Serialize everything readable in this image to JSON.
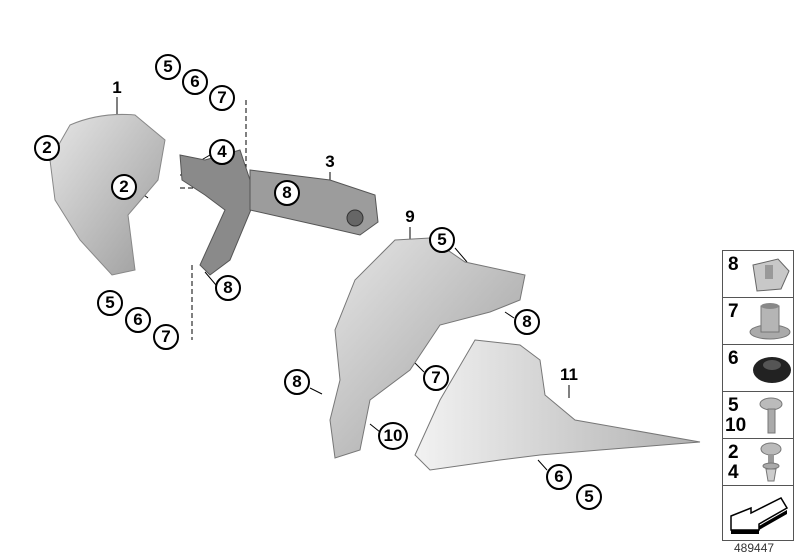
{
  "callouts": {
    "c1": "1",
    "c2a": "2",
    "c2b": "2",
    "c3": "3",
    "c4": "4",
    "c5a": "5",
    "c6a": "6",
    "c7a": "7",
    "c8a": "8",
    "c8b": "8",
    "c5b": "5",
    "c6b": "6",
    "c7b": "7",
    "c9": "9",
    "c5c": "5",
    "c8c": "8",
    "c7c": "7",
    "c8d": "8",
    "c10": "10",
    "c11": "11",
    "c6c": "6",
    "c5d": "5"
  },
  "legend": [
    {
      "labels": [
        "8"
      ],
      "icon": "clip-nut-icon"
    },
    {
      "labels": [
        "7"
      ],
      "icon": "bushing-icon"
    },
    {
      "labels": [
        "6"
      ],
      "icon": "grommet-icon"
    },
    {
      "labels": [
        "5",
        "10"
      ],
      "icon": "screw-icon"
    },
    {
      "labels": [
        "2",
        "4"
      ],
      "icon": "expanding-rivet-icon"
    },
    {
      "labels": [],
      "icon": "arrow-icon"
    }
  ],
  "diagram_number": "489447"
}
